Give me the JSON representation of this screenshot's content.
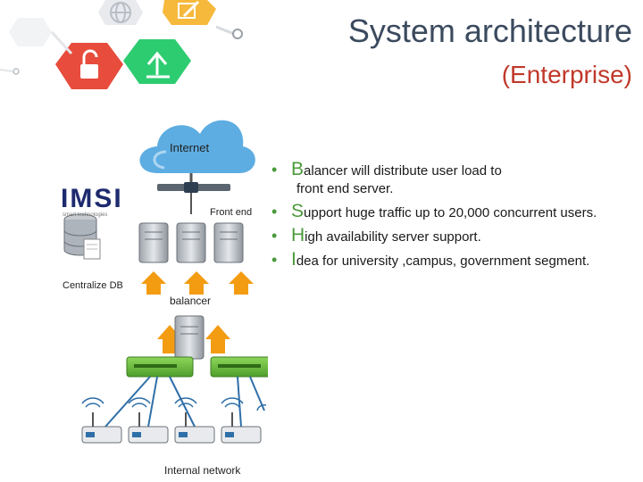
{
  "title": "System architecture",
  "subtitle": "(Enterprise)",
  "diagram": {
    "internet_label": "Internet",
    "logo_text": "IMSI",
    "logo_tagline": "smart technologies",
    "front_end_label": "Front end",
    "db_label": "Centralize DB",
    "balancer_label": "balancer",
    "internal_label": "Internal network"
  },
  "bullets": [
    {
      "cap": "B",
      "rest": "alancer will distribute user load to",
      "cont": "front end server."
    },
    {
      "cap": "S",
      "rest": "upport huge traffic up to 20,000 concurrent users."
    },
    {
      "cap": "H",
      "rest": "igh availability server support."
    },
    {
      "cap": "I",
      "rest": "dea for university ,campus, government segment."
    }
  ],
  "colors": {
    "title": "#3b4a5e",
    "subtitle": "#c0392b",
    "bullet": "#4a9a3a",
    "cloud": "#5dade2",
    "arrow": "#f39c12",
    "switch": "#6abf3e"
  },
  "icons": [
    "globe-icon",
    "lock-icon",
    "upload-icon",
    "edit-icon",
    "cloud-icon",
    "server-icon",
    "database-icon",
    "switch-icon",
    "access-point-icon"
  ]
}
